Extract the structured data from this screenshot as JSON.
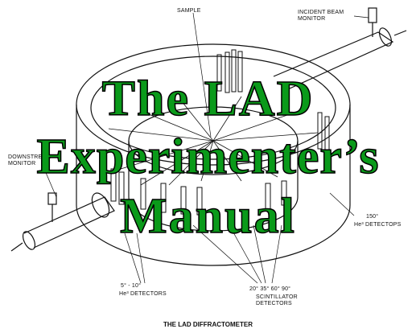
{
  "labels": {
    "sample": "SAMPLE",
    "incident_monitor": "INCIDENT BEAM MONITOR",
    "downstream_monitor": "DOWNSTREAM MONITOR",
    "he_low": "5° - 10°",
    "he_low_det": "He³ DETECTORS",
    "scint_angles": "20° 35° 60° 90°",
    "scint": "SCINTILLATOR DETECTORS",
    "he_high": "150°",
    "he_high_det": "He³ DETECTOPS"
  },
  "title_lines": [
    "The LAD",
    "Experimenter’s",
    "Manual"
  ],
  "caption": "THE LAD DIFFRACTOMETER",
  "colors": {
    "title": "#0a9a1a",
    "outline": "#000000",
    "ink": "#111111"
  }
}
